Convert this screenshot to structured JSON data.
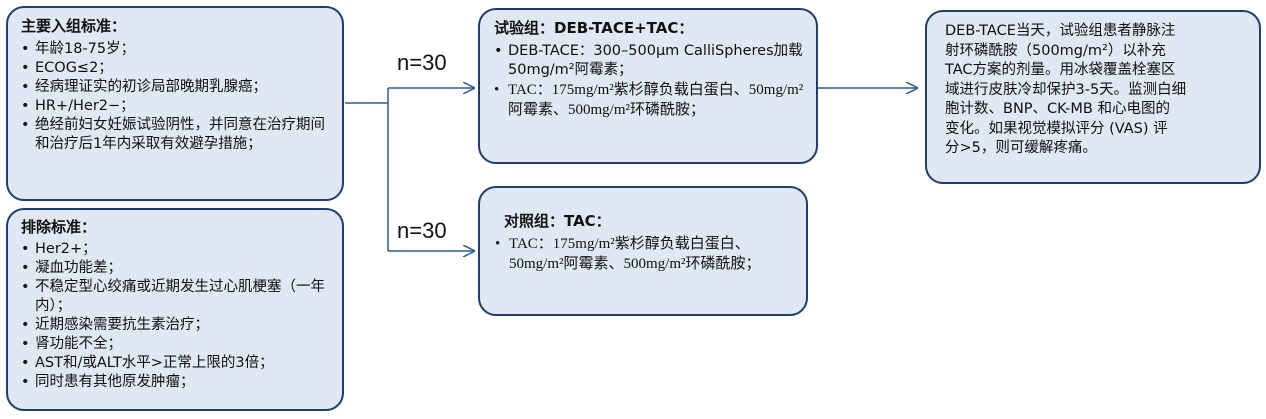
{
  "inclusion": {
    "title": "主要入组标准：",
    "items": [
      "年龄18-75岁；",
      "ECOG≤2；",
      "经病理证实的初诊局部晚期乳腺癌；",
      "HR+/Her2−；",
      "绝经前妇女妊娠试验阴性，并同意在治疗期间和治疗后1年内采取有效避孕措施；"
    ]
  },
  "exclusion": {
    "title": "排除标准：",
    "items": [
      "Her2+；",
      "凝血功能差；",
      "不稳定型心绞痛或近期发生过心肌梗塞（一年内）；",
      "近期感染需要抗生素治疗；",
      "肾功能不全；",
      "AST和/或ALT水平>正常上限的3倍；",
      "同时患有其他原发肿瘤；"
    ]
  },
  "arms": [
    {
      "n_label": "n=30",
      "title": "试验组：DEB-TACE+TAC：",
      "items": [
        "DEB-TACE：300–500μm CalliSpheres加载50mg/m²阿霉素；",
        "TAC：175mg/m²紫杉醇负载白蛋白、50mg/m²阿霉素、500mg/m²环磷酰胺；"
      ]
    },
    {
      "n_label": "n=30",
      "title": "对照组：TAC：",
      "items": [
        "TAC：175mg/m²紫杉醇负载白蛋白、50mg/m²阿霉素、500mg/m²环磷酰胺；"
      ]
    }
  ],
  "note": {
    "lines": [
      "DEB-TACE当天，试验组患者静脉注",
      "射环磷酰胺（500mg/m²）以补充",
      "TAC方案的剂量。用冰袋覆盖栓塞区",
      "域进行皮肤冷却保护3-5天。监测白细",
      "胞计数、BNP、CK-MB 和心电图的",
      "变化。如果视觉模拟评分 (VAS) 评",
      "分>5，则可缓解疼痛。"
    ]
  },
  "colors": {
    "box_fill": "#dfe8f3",
    "box_border": "#1f3d6e",
    "arrow": "#2e5c9a"
  }
}
